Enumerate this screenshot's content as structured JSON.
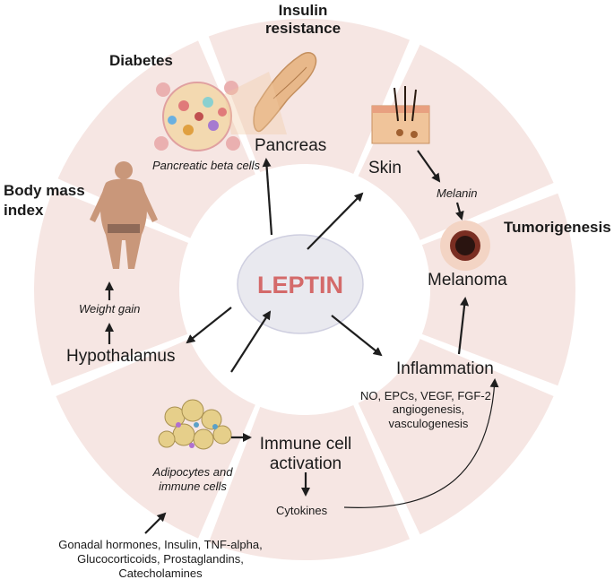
{
  "center_label": "LEPTIN",
  "categories": {
    "insulin_resistance": "Insulin\nresistance",
    "diabetes": "Diabetes",
    "body_mass_index": "Body mass\nindex",
    "tumorigenesis": "Tumorigenesis"
  },
  "organs": {
    "pancreas": "Pancreas",
    "pancreatic_cells": "Pancreatic beta cells",
    "skin": "Skin",
    "melanin": "Melanin",
    "melanoma": "Melanoma",
    "inflammation": "Inflammation",
    "inflammation_factors": "NO, EPCs, VEGF, FGF-2",
    "inflammation_processes": "angiogenesis,\nvasculogenesis",
    "immune_activation": "Immune cell\nactivation",
    "cytokines": "Cytokines",
    "adipocytes": "Adipocytes and\nimmune cells",
    "hypothalamus": "Hypothalamus",
    "weight_gain": "Weight gain"
  },
  "regulators": "Gonadal hormones, Insulin, TNF-alpha,\nGlucocorticoids, Prostaglandins,\nCatecholamines",
  "colors": {
    "ring": "#f6e6e3",
    "center_fill": "#e9e9ef",
    "center_text": "#d46a6a",
    "arrow": "#1e1e1e"
  }
}
